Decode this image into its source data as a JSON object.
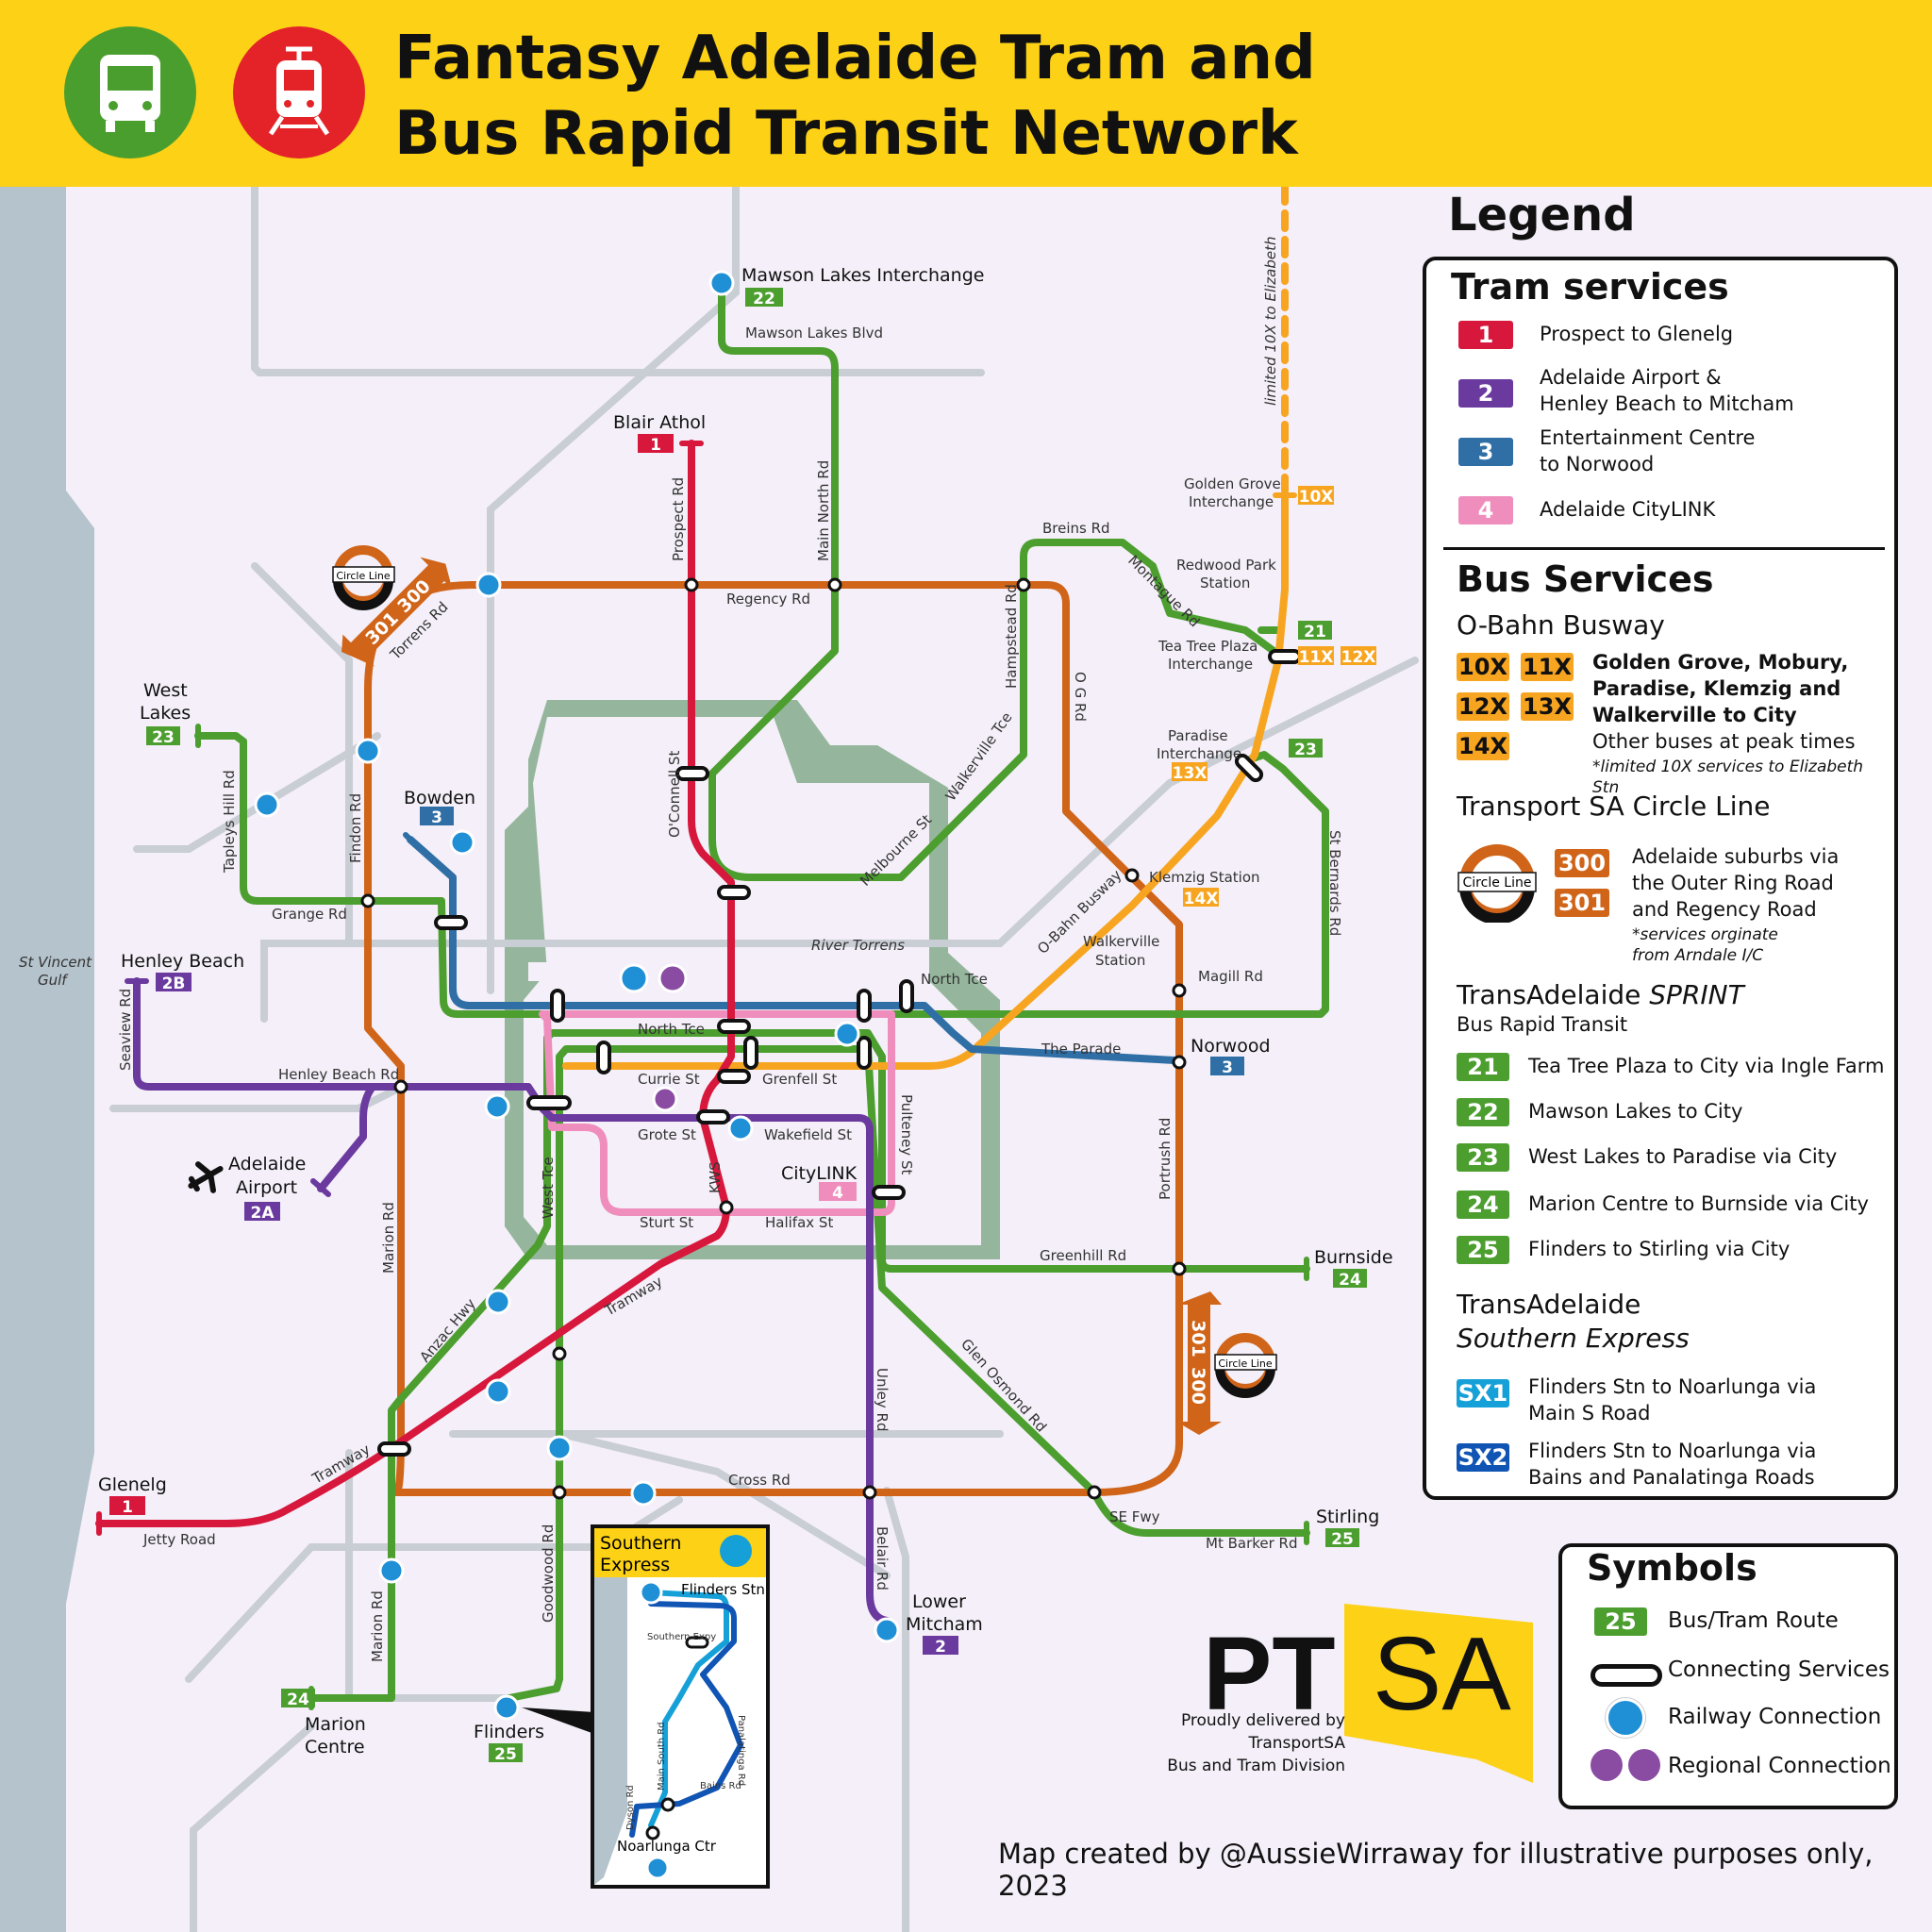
{
  "header": {
    "title_line1": "Fantasy Adelaide Tram and",
    "title_line2": "Bus Rapid Transit Network",
    "icons": [
      "bus-icon",
      "tram-icon"
    ],
    "colors": {
      "banner": "#fcd116",
      "bus_icon_bg": "#4a9e2e",
      "tram_icon_bg": "#e42329"
    }
  },
  "colors": {
    "tram1": "#d7173c",
    "tram2": "#6b3a9f",
    "tram3": "#2f6fa6",
    "tram4": "#ef8dbd",
    "obahn": "#f7a521",
    "circle": "#d0651a",
    "sprint": "#4c9e2f",
    "sx1": "#16a0d8",
    "sx2": "#1054b4",
    "water": "#b5c3cc",
    "park": "#95b69c",
    "road": "#c9cdd4"
  },
  "map": {
    "places": {
      "mawson_lakes": "Mawson Lakes Interchange",
      "blair_athol": "Blair Athol",
      "golden_grove": [
        "Golden Grove",
        "Interchange"
      ],
      "redwood_park": [
        "Redwood Park",
        "Station"
      ],
      "tea_tree_plaza": [
        "Tea Tree Plaza",
        "Interchange"
      ],
      "paradise": [
        "Paradise",
        "Interchange"
      ],
      "klemzig": "Klemzig Station",
      "walkerville": [
        "Walkerville",
        "Station"
      ],
      "west_lakes": [
        "West",
        "Lakes"
      ],
      "bowden": "Bowden",
      "henley_beach": "Henley Beach",
      "adelaide_airport": [
        "Adelaide",
        "Airport"
      ],
      "norwood": "Norwood",
      "burnside": "Burnside",
      "stirling": "Stirling",
      "glenelg": "Glenelg",
      "marion_centre": [
        "Marion",
        "Centre"
      ],
      "flinders": "Flinders",
      "lower_mitcham": [
        "Lower",
        "Mitcham"
      ],
      "citylink": "CityLINK",
      "gulf": [
        "St Vincent",
        "Gulf"
      ],
      "river": "River Torrens",
      "limited": "limited 10X to Elizabeth"
    },
    "roads": {
      "mawson_lakes_blvd": "Mawson Lakes Blvd",
      "main_north_rd": "Main North Rd",
      "prospect_rd": "Prospect Rd",
      "regency_rd": "Regency Rd",
      "torrens_rd": "Torrens Rd",
      "breins_rd": "Breins Rd",
      "montague_rd": "Montague Rd",
      "hampstead_rd": "Hampstead Rd",
      "og_rd": "O G Rd",
      "walkerville_tce": "Walkerville Tce",
      "melbourne_st": "Melbourne St",
      "oconnell_st": "O'Connell St",
      "tapleys_hill_rd": "Tapleys Hill Rd",
      "findon_rd": "Findon Rd",
      "grange_rd": "Grange Rd",
      "obahn_busway": "O-Bahn Busway",
      "north_tce_1": "North Tce",
      "north_tce_2": "North Tce",
      "magill_rd": "Magill Rd",
      "st_bernards_rd": "St Bernards Rd",
      "seaview_rd": "Seaview Rd",
      "henley_beach_rd": "Henley Beach Rd",
      "the_parade": "The Parade",
      "currie_st": "Currie St",
      "grenfell_st": "Grenfell St",
      "grote_st": "Grote St",
      "wakefield_st": "Wakefield St",
      "pulteney_st": "Pulteney St",
      "kws": "KWS",
      "west_tce": "West Tce",
      "sturt_st": "Sturt St",
      "halifax_st": "Halifax St",
      "portrush_rd": "Portrush Rd",
      "greenhill_rd": "Greenhill Rd",
      "marion_rd": "Marion Rd",
      "anzac_hwy": "Anzac Hwy",
      "tramway_1": "Tramway",
      "tramway_2": "Tramway",
      "glen_osmond_rd": "Glen Osmond Rd",
      "unley_rd": "Unley Rd",
      "cross_rd": "Cross Rd",
      "se_fwy": "SE Fwy",
      "mt_barker_rd": "Mt Barker Rd",
      "jetty_road": "Jetty Road",
      "belair_rd": "Belair Rd",
      "goodwood_rd": "Goodwood Rd",
      "marion_rd_2": "Marion Rd"
    },
    "badges": {
      "b22": "22",
      "b1a": "1",
      "b10x": "10X",
      "b21": "21",
      "b11x": "11X",
      "b12x": "12X",
      "b13x": "13X",
      "b23a": "23",
      "b14x": "14X",
      "b23b": "23",
      "b3a": "3",
      "b2b": "2B",
      "b3b": "3",
      "b2a": "2A",
      "b4": "4",
      "b24a": "24",
      "b25a": "25",
      "b1b": "1",
      "b24b": "24",
      "b25b": "25",
      "b2": "2",
      "b301": "301",
      "b300": "300"
    },
    "circle_label": "Circle Line",
    "inset": {
      "title": [
        "Southern",
        "Express"
      ],
      "flinders_stn": "Flinders Stn",
      "southern_expy": "Southern Expy",
      "main_south_rd": "Main South Rd",
      "panalatinga_rd": "Panalatinga Rd",
      "bains_rd": "Bains Rd",
      "dyson_rd": "Dyson Rd",
      "noarlunga": "Noarlunga Ctr"
    }
  },
  "legend": {
    "title": "Legend",
    "tram_heading": "Tram services",
    "tram": [
      {
        "code": "1",
        "color": "#d7173c",
        "text": [
          "Prospect to Glenelg"
        ]
      },
      {
        "code": "2",
        "color": "#6b3a9f",
        "text": [
          "Adelaide Airport &",
          "Henley Beach to Mitcham"
        ]
      },
      {
        "code": "3",
        "color": "#2f6fa6",
        "text": [
          "Entertainment Centre",
          "to Norwood"
        ]
      },
      {
        "code": "4",
        "color": "#ef8dbd",
        "text": [
          "Adelaide CityLINK"
        ]
      }
    ],
    "bus_heading": "Bus Services",
    "obahn_heading": "O-Bahn Busway",
    "obahn_codes": [
      "10X",
      "11X",
      "12X",
      "13X",
      "14X"
    ],
    "obahn_text": [
      "Golden Grove, Mobury,",
      "Paradise, Klemzig and",
      "Walkerville to City"
    ],
    "obahn_other": "Other buses at peak times",
    "obahn_note": "*limited 10X services to Elizabeth Stn",
    "circle_heading": "Transport SA Circle Line",
    "circle_codes": [
      "300",
      "301"
    ],
    "circle_text": [
      "Adelaide suburbs via",
      "the Outer Ring Road",
      "and Regency Road"
    ],
    "circle_note": [
      "*services orginate",
      "from Arndale I/C"
    ],
    "sprint_heading_a": "TransAdelaide ",
    "sprint_heading_b": "SPRINT",
    "sprint_sub": "Bus Rapid Transit",
    "sprint": [
      {
        "code": "21",
        "text": "Tea Tree Plaza to City via Ingle Farm"
      },
      {
        "code": "22",
        "text": "Mawson Lakes to City"
      },
      {
        "code": "23",
        "text": "West Lakes to Paradise via City"
      },
      {
        "code": "24",
        "text": "Marion Centre to Burnside via City"
      },
      {
        "code": "25",
        "text": "Flinders to Stirling via City"
      }
    ],
    "sx_heading1": "TransAdelaide",
    "sx_heading2": "Southern Express",
    "sx": [
      {
        "code": "SX1",
        "color": "#16a0d8",
        "text": [
          "Flinders Stn to Noarlunga via",
          "Main S Road"
        ]
      },
      {
        "code": "SX2",
        "color": "#1054b4",
        "text": [
          "Flinders Stn to Noarlunga via",
          "Bains and Panalatinga Roads"
        ]
      }
    ]
  },
  "symbols": {
    "title": "Symbols",
    "route_code": "25",
    "items": [
      "Bus/Tram Route",
      "Connecting Services",
      "Railway Connection",
      "Regional Connection"
    ]
  },
  "brand": {
    "pt": "PT",
    "sa": "SA",
    "delivered": [
      "Proudly delivered by TransportSA",
      "Bus and Tram Division"
    ]
  },
  "credit": "Map created by @AussieWirraway for illustrative purposes only, 2023"
}
